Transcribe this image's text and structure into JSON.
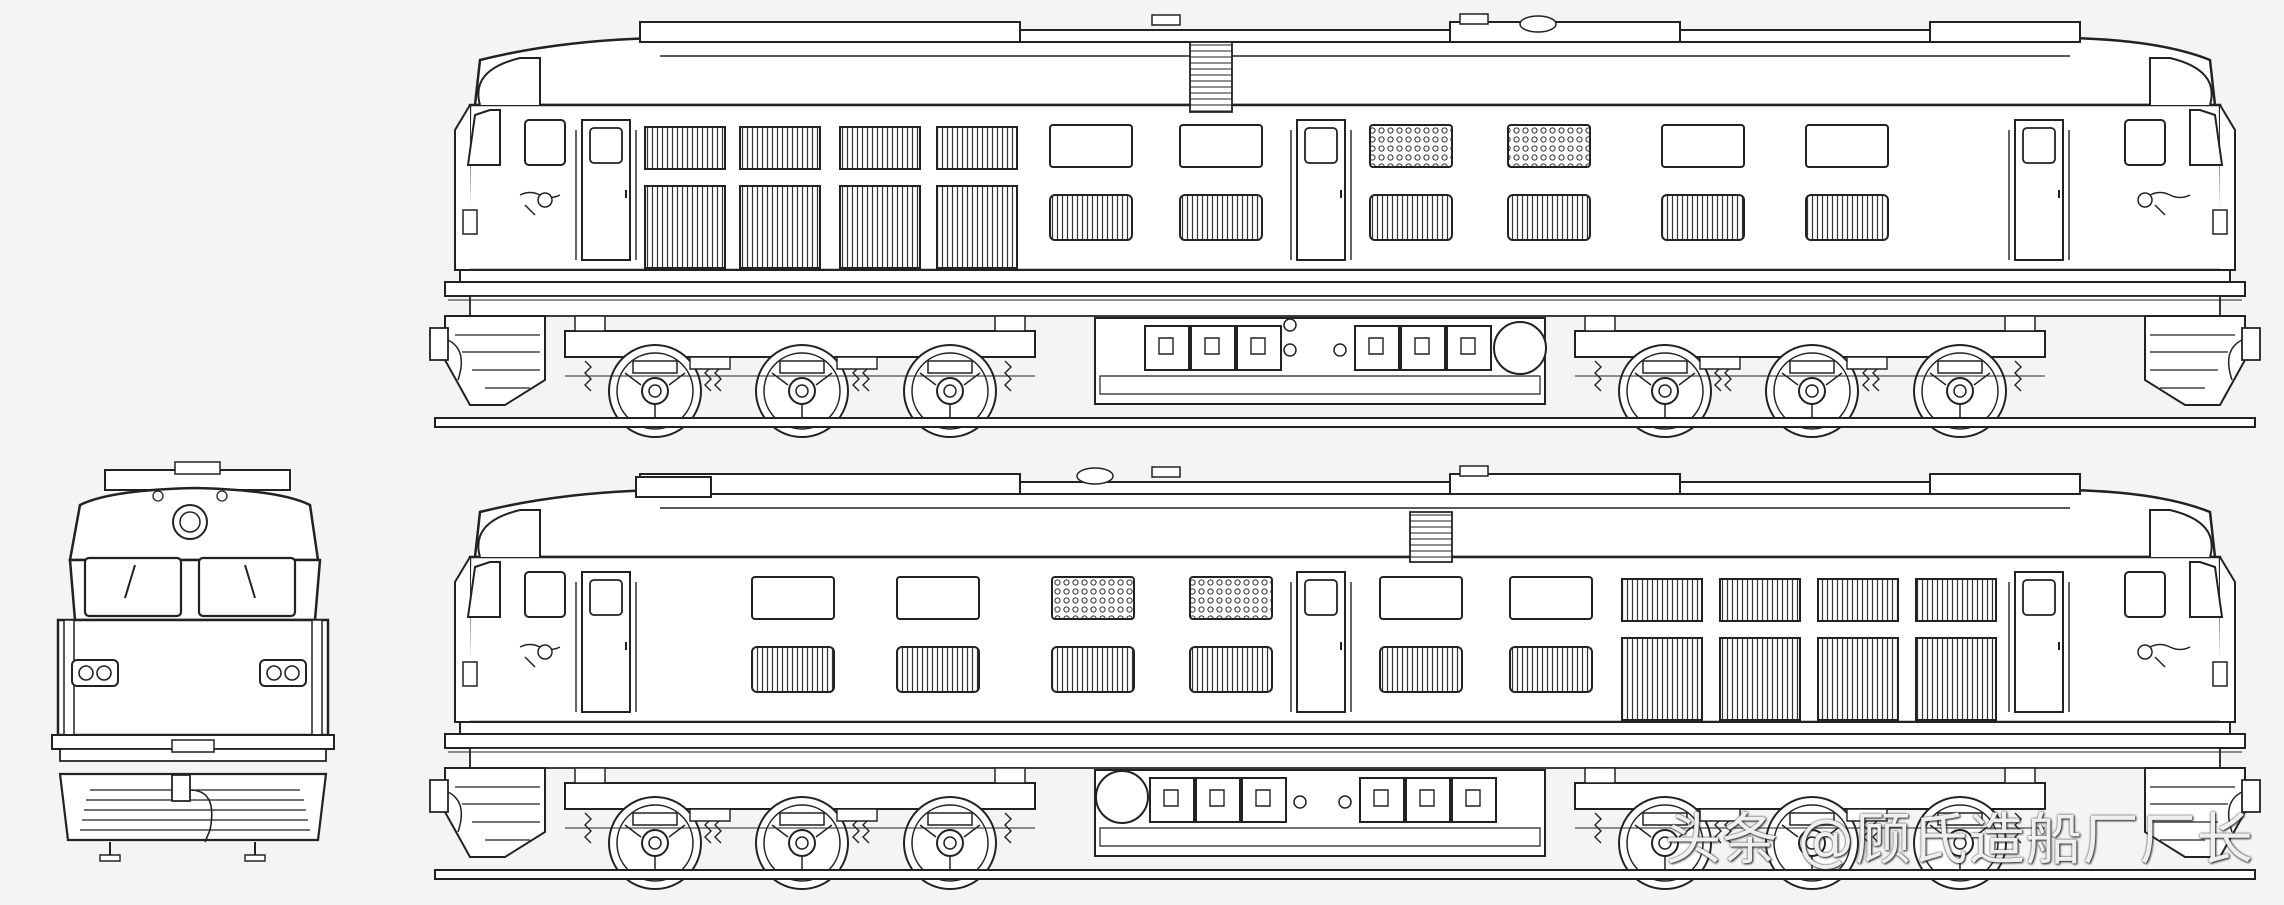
{
  "drawing": {
    "background": "#f4f4f4",
    "line_color": "#222222",
    "fill_color": "#ffffff",
    "views": [
      {
        "name": "front-view"
      },
      {
        "name": "side-view-a"
      },
      {
        "name": "side-view-b"
      }
    ]
  },
  "watermark": {
    "text": "头条 @顾氏造船厂厂长",
    "color": "#ffffff"
  }
}
